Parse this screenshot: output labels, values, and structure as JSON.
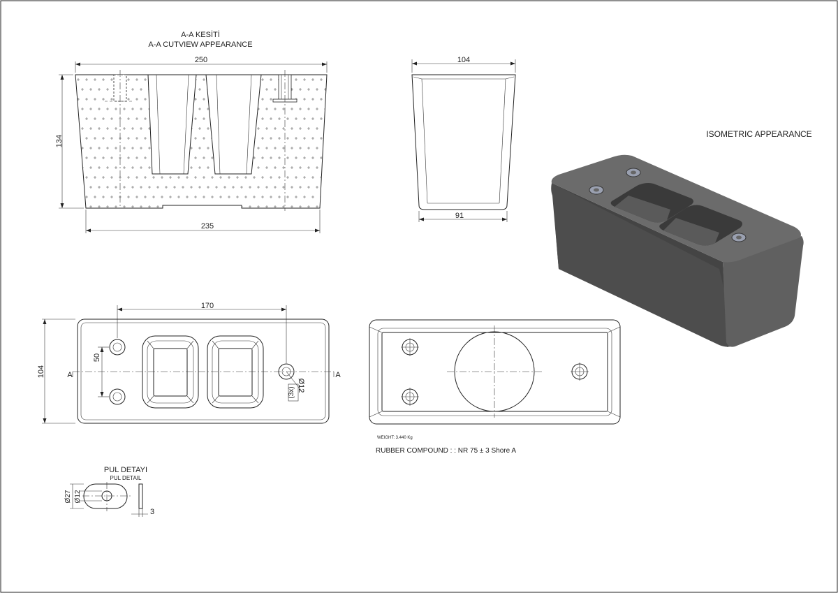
{
  "drawing": {
    "section_title_tr": "A-A  KESİTİ",
    "section_title_en": "A-A CUTVIEW APPEARANCE",
    "isometric_title": "ISOMETRIC APPEARANCE",
    "dims": {
      "top_width": "250",
      "bottom_width": "235",
      "height": "134",
      "side_top": "104",
      "side_bottom": "91",
      "hole_spacing": "170",
      "plan_depth": "104",
      "hole_pitch": "50",
      "hole_dia": "Ø12",
      "hole_qty": "(3x)",
      "washer_outer": "Ø27",
      "washer_inner": "Ø12",
      "washer_thk": "3"
    },
    "section_marks": {
      "left": "A",
      "right": "A"
    },
    "weight": "WEIGHT: 3.440 Kg",
    "compound": "RUBBER COMPOUND :  : NR 75 ± 3 Shore A",
    "washer_title_tr": "PUL DETAYI",
    "washer_title_en": "PUL DETAIL"
  },
  "colors": {
    "line": "#222222",
    "body_dark": "#4a4a4a",
    "body_side": "#555555",
    "body_top": "#6a6a6a",
    "bolt_head": "#9aa0b0"
  }
}
